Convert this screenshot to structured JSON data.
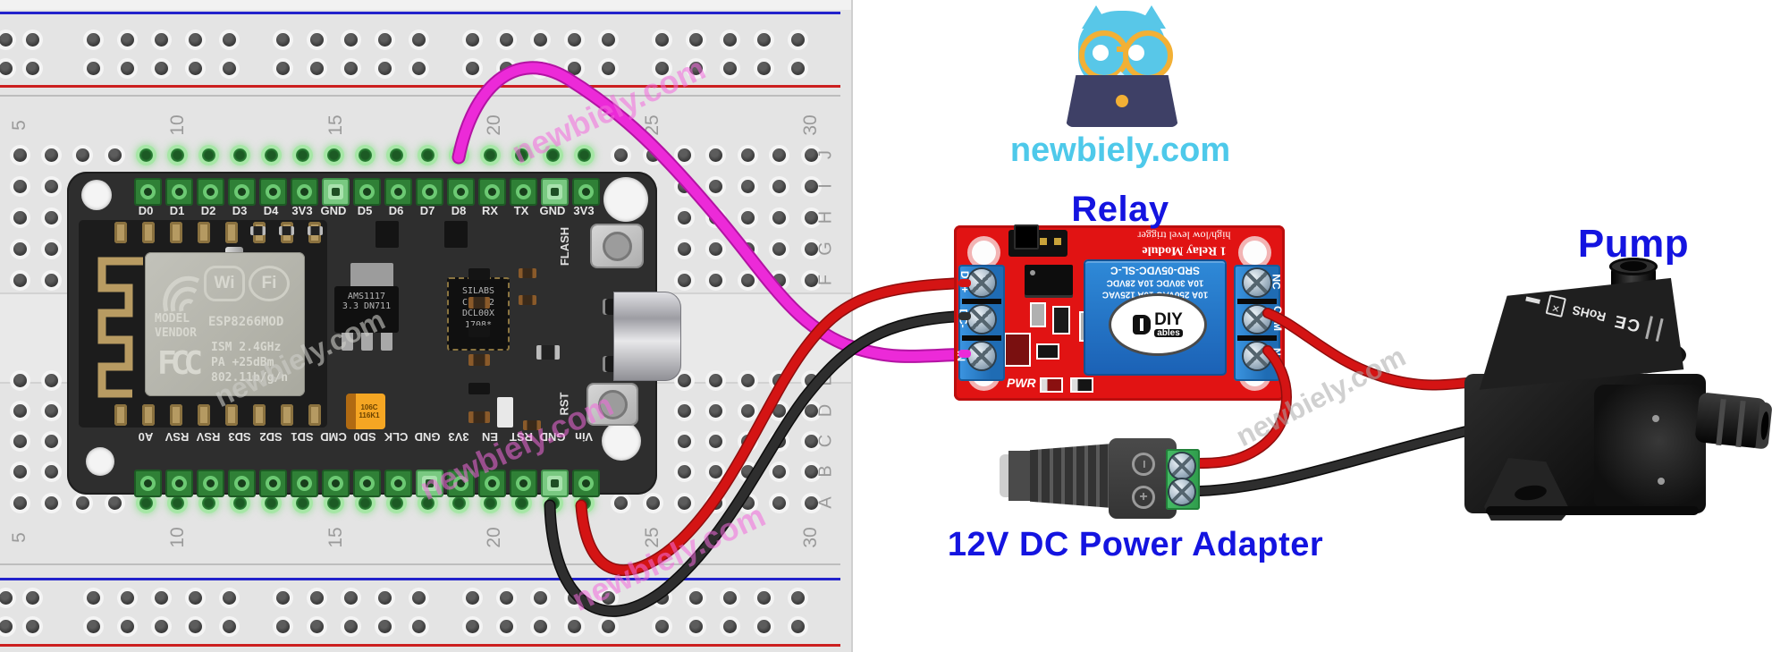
{
  "watermark": "newbiely.com",
  "logo": {
    "text": "newbiely.com"
  },
  "labels": {
    "relay": "Relay",
    "pump": "Pump",
    "adapter": "12V DC Power Adapter"
  },
  "breadboard": {
    "column_numbers": [
      "5",
      "10",
      "15",
      "20",
      "25",
      "30"
    ],
    "row_letters_top": [
      "J",
      "I",
      "H",
      "G",
      "F"
    ],
    "row_letters_bottom": [
      "E",
      "D",
      "C",
      "B",
      "A"
    ]
  },
  "nodemcu": {
    "top_pins": [
      "D0",
      "D1",
      "D2",
      "D3",
      "D4",
      "3V3",
      "GND",
      "D5",
      "D6",
      "D7",
      "D8",
      "RX",
      "TX",
      "GND",
      "3V3"
    ],
    "bottom_pins": [
      "A0",
      "RSV",
      "RSV",
      "SD3",
      "SD2",
      "SD1",
      "CMD",
      "SD0",
      "CLK",
      "GND",
      "3V3",
      "EN",
      "RST",
      "GND",
      "Vin"
    ],
    "shield": {
      "wifi_left": "Wi",
      "wifi_right": "Fi",
      "model": "MODEL",
      "vendor": "VENDOR",
      "module": "ESP8266MOD",
      "fcc": "FCC",
      "ism": "ISM 2.4GHz",
      "pa": "PA  +25dBm",
      "standard": "802.11b/g/n"
    },
    "regulator": {
      "line1": "AMS1117",
      "line2": "3.3  DN711"
    },
    "usb_chip": [
      "SILABS",
      "CP2102",
      "DCL00X",
      "1708*"
    ],
    "capacitor": [
      "106C",
      "116K1"
    ],
    "buttons": {
      "flash": "FLASH",
      "reset": "RST"
    }
  },
  "relay": {
    "title": "1 Relay Module",
    "subtitle": "high/low level trigger",
    "relay_lines": [
      "10A 250VAC 10A 125VAC",
      "10A 30VDC 10A 28VDC",
      "SRD-05VDC-SL-C"
    ],
    "brand": {
      "diy": "DIY",
      "ables": "ables"
    },
    "left_terminals": [
      "DC+",
      "DC-",
      "IN"
    ],
    "right_terminals": [
      "NC",
      "COM",
      "NO"
    ],
    "pwr": "PWR"
  },
  "adapter": {
    "polarity_negative": "−",
    "polarity_positive": "+"
  },
  "pump_markings": {
    "ce": "CE",
    "rohs": "RoHS"
  },
  "colors": {
    "label_blue": "#1414e0",
    "logo_cyan": "#4ec9ea",
    "relay_red": "#e11313",
    "signal_wire": "#ec2ad8",
    "power_wire": "#d41414",
    "ground_wire": "#2a2a2a",
    "watermark_pink": "#f369dd"
  }
}
